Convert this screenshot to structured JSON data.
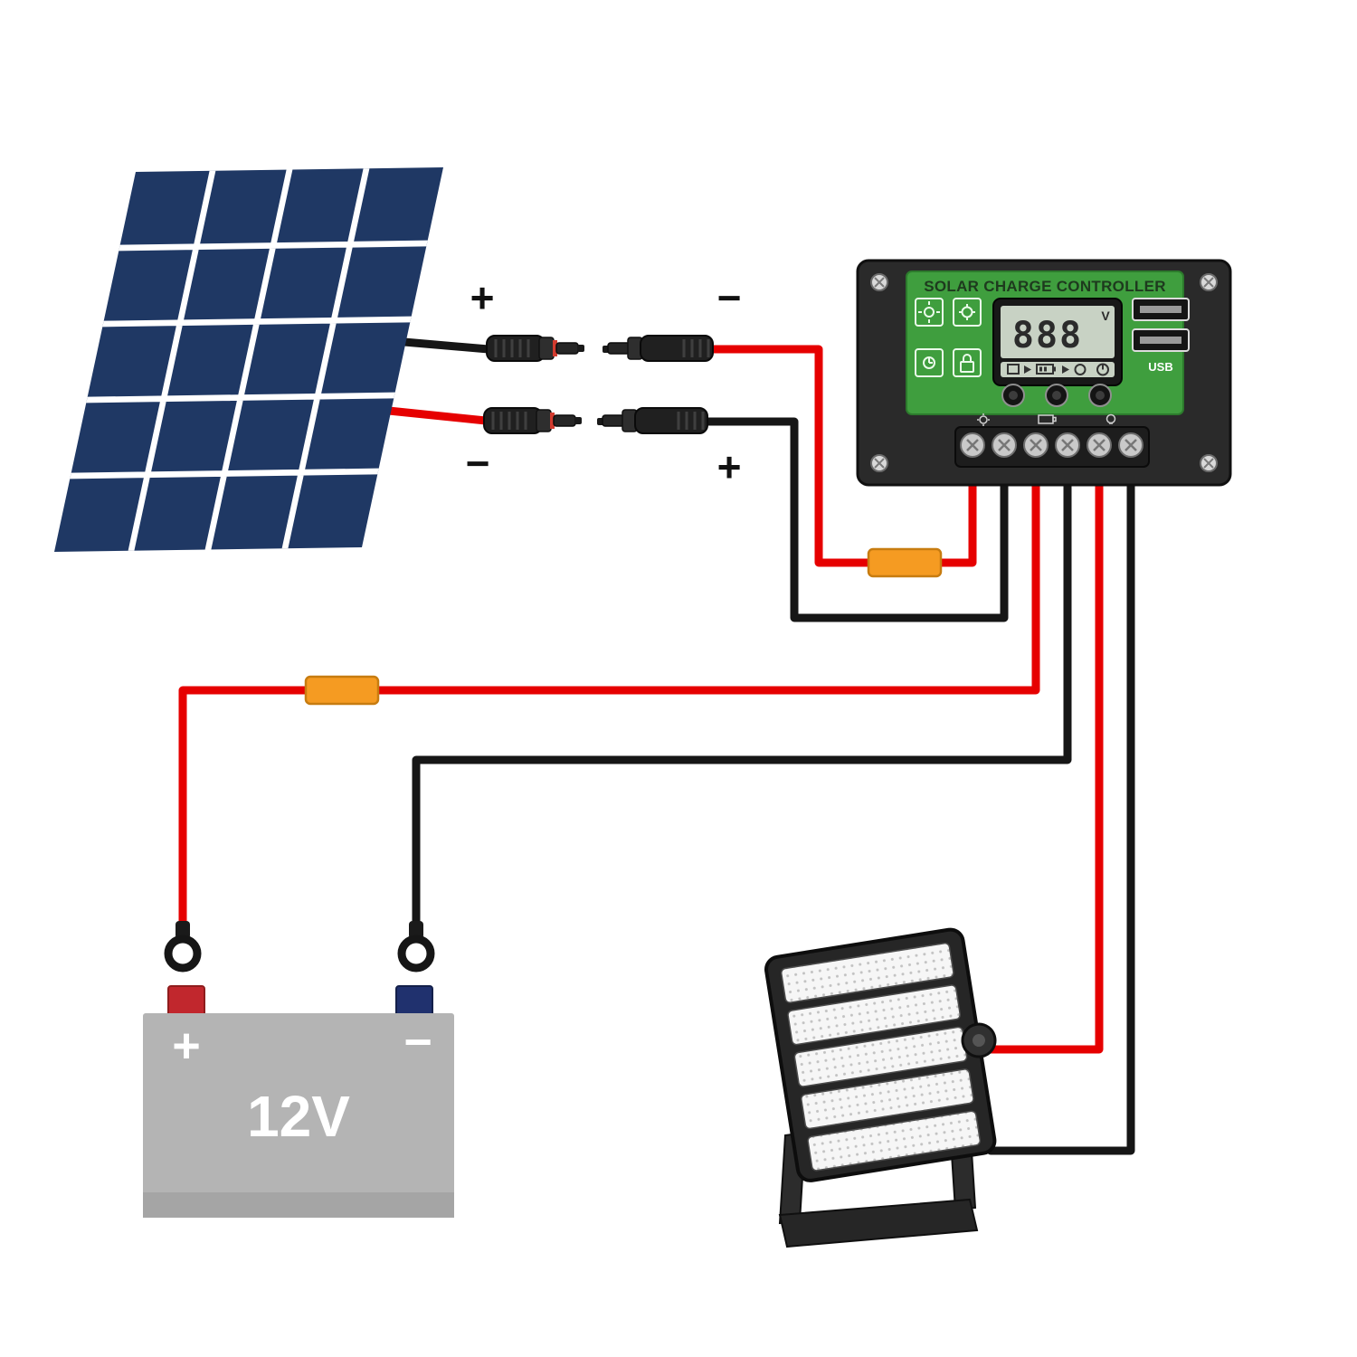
{
  "labels": {
    "pv_pos_top": "+",
    "pv_neg_top": "−",
    "pv_neg_bottom": "−",
    "pv_pos_bottom": "+"
  },
  "controller": {
    "title": "SOLAR CHARGE CONTROLLER",
    "lcd_value": "888",
    "lcd_unit": "V",
    "usb_label": "USB"
  },
  "battery": {
    "voltage": "12V",
    "positive": "+",
    "negative": "−"
  },
  "colors": {
    "wire_red": "#e60000",
    "wire_black": "#161616",
    "fuse_orange": "#f59b22",
    "panel_blue": "#1f3864",
    "panel_grid": "#ffffff",
    "controller_green": "#3f9e3e",
    "controller_body": "#2a2a2a",
    "lcd_screen": "#c8d2c4",
    "battery_gray": "#b4b4b4",
    "battery_pos_terminal": "#c1272d",
    "battery_neg_terminal": "#20316e",
    "light_body": "#262626"
  }
}
